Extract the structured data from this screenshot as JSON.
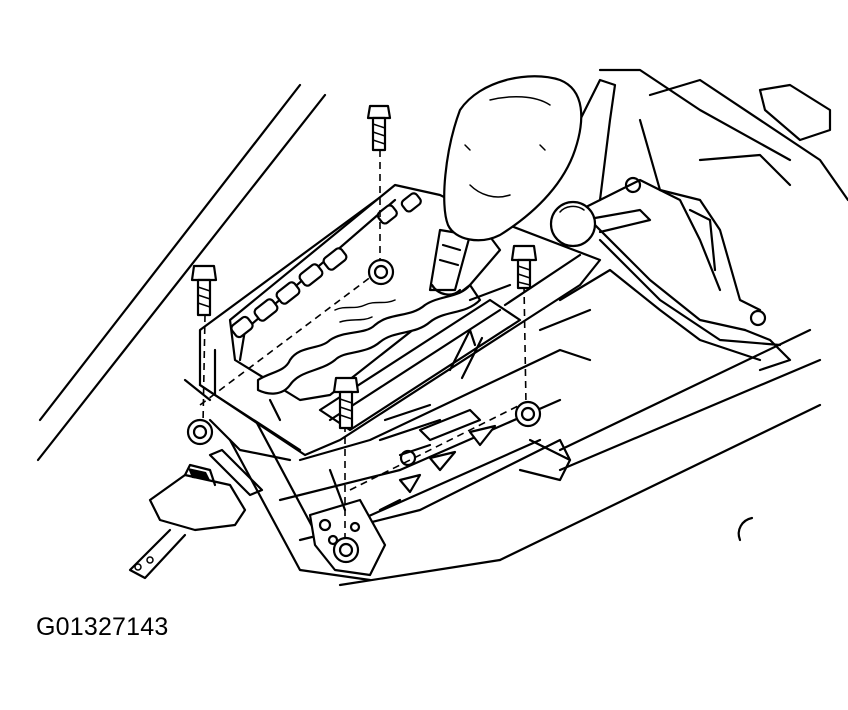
{
  "figure": {
    "id_label": "G01327143",
    "subject": "shift-lever-assembly",
    "line_color": "#000000",
    "background": "#ffffff"
  },
  "callouts": {
    "bolt_count": 4
  }
}
